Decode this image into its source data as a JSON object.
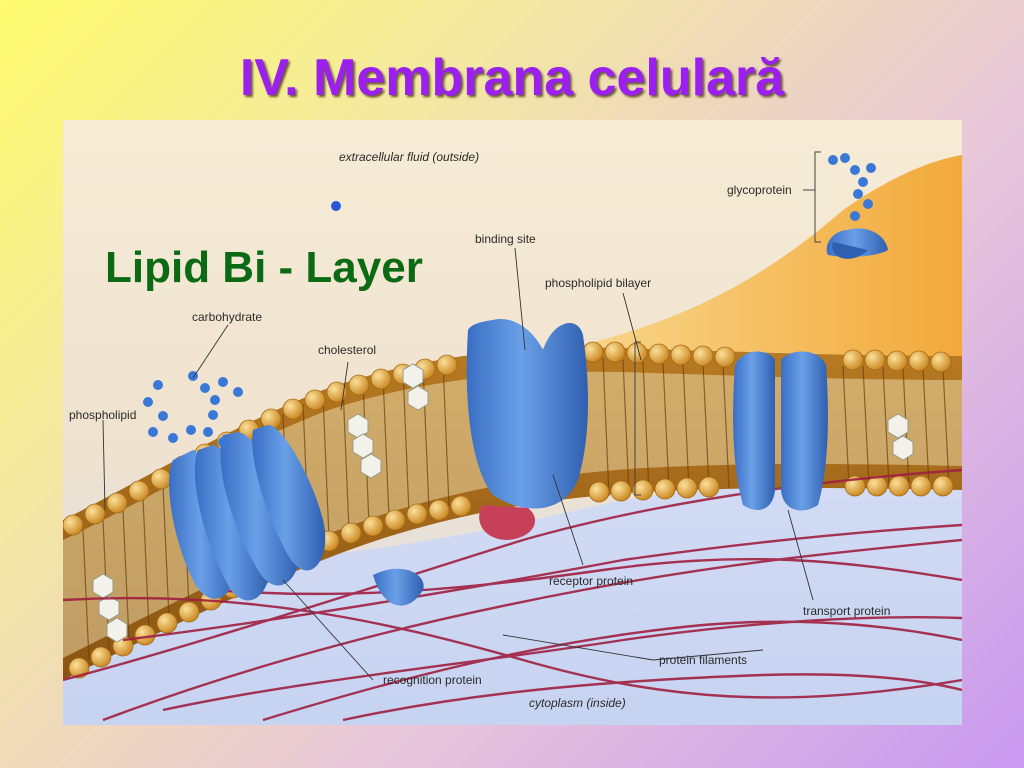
{
  "slide": {
    "title": "IV. Membrana celulară",
    "overlay_heading": "Lipid Bi - Layer"
  },
  "diagram": {
    "labels": {
      "extracellular": "extracellular fluid (outside)",
      "glycoprotein": "glycoprotein",
      "binding_site": "binding site",
      "phospholipid_bilayer": "phospholipid bilayer",
      "carbohydrate": "carbohydrate",
      "cholesterol": "cholesterol",
      "phospholipid": "phospholipid",
      "receptor_protein": "receptor protein",
      "transport_protein": "transport protein",
      "protein_filaments": "protein filaments",
      "recognition_protein": "recognition protein",
      "cytoplasm": "cytoplasm (inside)"
    }
  },
  "colors": {
    "title": "#9a1ff0",
    "overlay_heading": "#0c6a14",
    "protein": "#4a7fd0",
    "lipid_head": "#e0a030",
    "filament": "#a02040",
    "glyco_bead": "#3a78d8"
  }
}
